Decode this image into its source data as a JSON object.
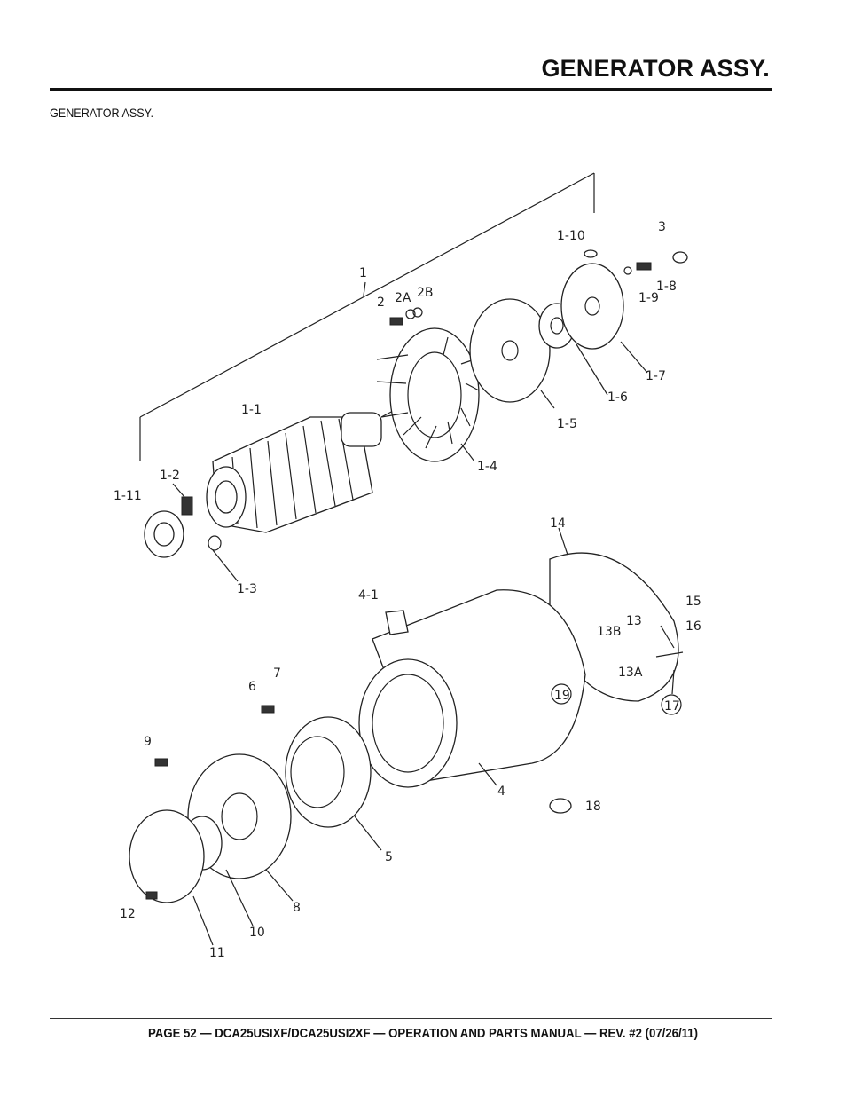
{
  "header": {
    "title": "GENERATOR ASSY.",
    "subtitle": "GENERATOR ASSY."
  },
  "diagram": {
    "callouts": [
      "1",
      "1-1",
      "1-2",
      "1-3",
      "1-4",
      "1-5",
      "1-6",
      "1-7",
      "1-8",
      "1-9",
      "1-10",
      "1-11",
      "2",
      "2A",
      "2B",
      "3",
      "4",
      "4-1",
      "5",
      "6",
      "7",
      "8",
      "9",
      "10",
      "11",
      "12",
      "13",
      "13A",
      "13B",
      "14",
      "15",
      "16",
      "17",
      "18",
      "19"
    ]
  },
  "footer": {
    "text": "PAGE 52 — DCA25USIXF/DCA25USI2XF — OPERATION AND PARTS MANUAL — REV. #2 (07/26/11)"
  }
}
